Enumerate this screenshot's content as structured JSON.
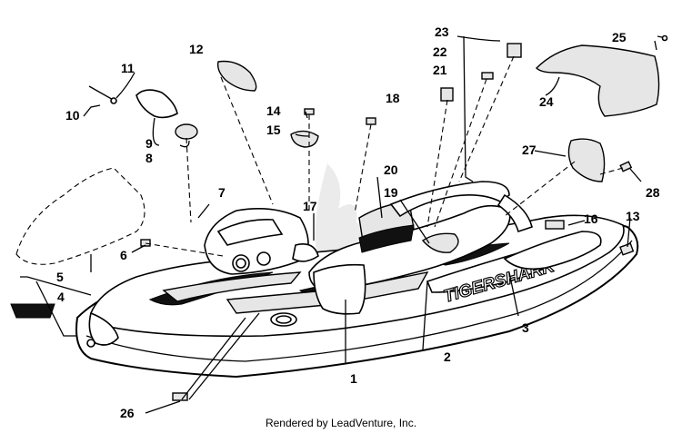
{
  "diagram": {
    "type": "exploded-parts-diagram",
    "hull_text": "TIGERSHARK",
    "footer": "Rendered by LeadVenture, Inc.",
    "callouts": [
      "1",
      "2",
      "3",
      "4",
      "5",
      "6",
      "7",
      "8",
      "9",
      "10",
      "11",
      "12",
      "13",
      "14",
      "15",
      "16",
      "17",
      "18",
      "19",
      "20",
      "21",
      "22",
      "23",
      "24",
      "25",
      "26",
      "27",
      "28"
    ]
  }
}
